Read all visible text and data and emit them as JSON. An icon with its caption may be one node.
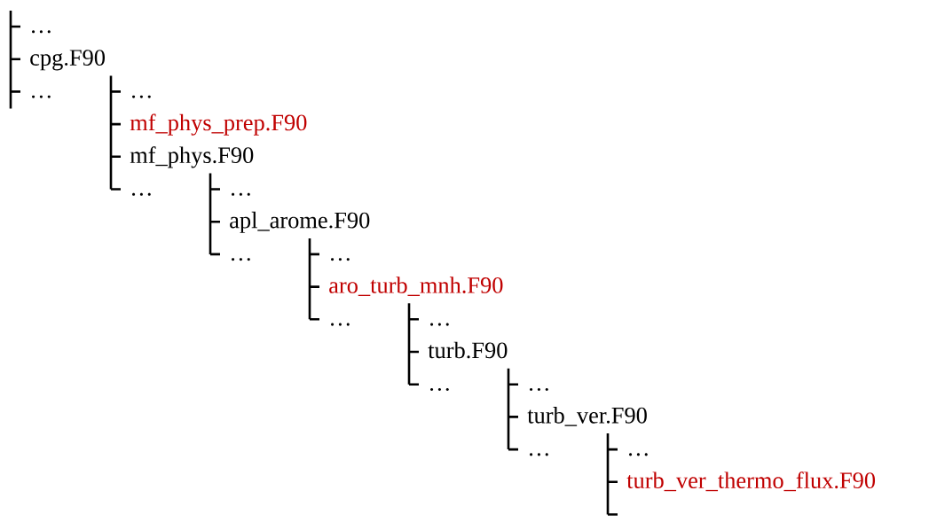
{
  "diagram": {
    "labels": [
      "…",
      "cpg.F90",
      "…",
      "…",
      "mf_phys_prep.F90",
      "mf_phys.F90",
      "…",
      "…",
      "apl_arome.F90",
      "…",
      "…",
      "aro_turb_mnh.F90",
      "…",
      "…",
      "turb.F90",
      "…",
      "…",
      "turb_ver.F90",
      "…",
      "…",
      "turb_ver_thermo_flux.F90"
    ]
  }
}
